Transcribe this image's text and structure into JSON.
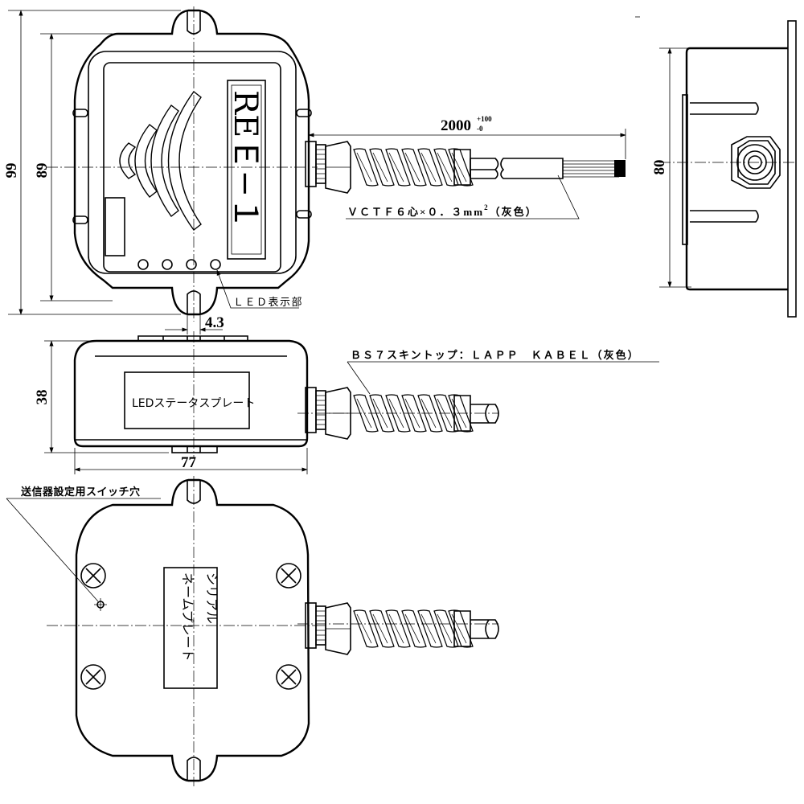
{
  "dimensions": {
    "overall_height": "99",
    "body_height": "89",
    "hole_spacing": "4.3",
    "side_height": "38",
    "width": "77",
    "side_view_height": "80",
    "cable_length": "2000",
    "cable_tol_plus": "+100",
    "cable_tol_minus": "-0"
  },
  "labels": {
    "cable_spec": "ＶＣＴＦ６心×０．３mm",
    "cable_spec_sup": "2",
    "cable_spec_color": "（灰色）",
    "led_display": "ＬＥＤ表示部",
    "gland_spec": "ＢＳ７スキントップ：ＬＡＰＰ　ＫＡＢＥＬ（灰色）",
    "switch_hole": "送信器設定用スイッチ穴",
    "status_plate": "LEDステータスプレート",
    "serial_plate_col1": "シリアル",
    "serial_plate_col2": "ネームプレート",
    "model_name": "REＥ−１"
  }
}
